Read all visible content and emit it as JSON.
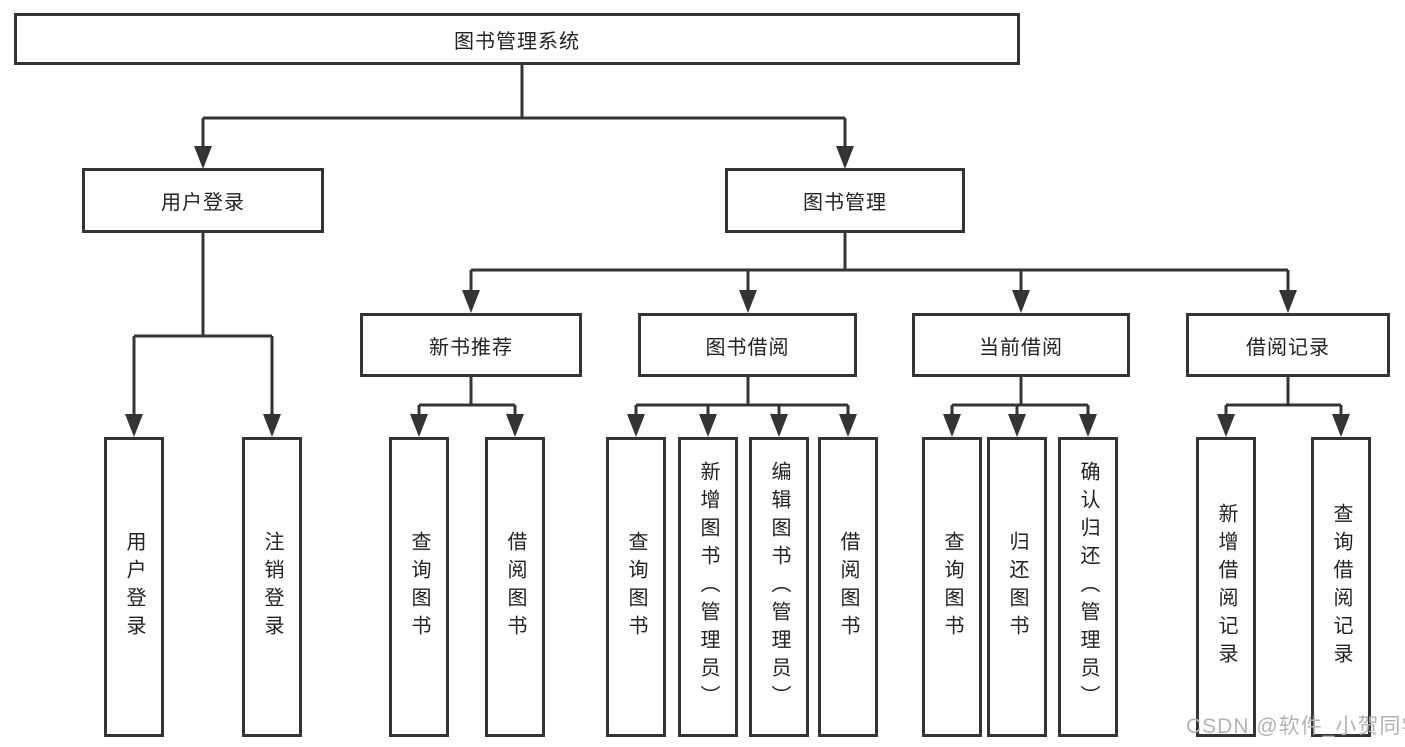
{
  "diagram": {
    "root": {
      "label": "图书管理系统"
    },
    "branches": {
      "user_login": {
        "label": "用户登录"
      },
      "book_management": {
        "label": "图书管理"
      }
    },
    "modules": {
      "new_book_recommendation": {
        "label": "新书推荐"
      },
      "book_borrowing": {
        "label": "图书借阅"
      },
      "current_borrowing": {
        "label": "当前借阅"
      },
      "borrowing_records": {
        "label": "借阅记录"
      }
    },
    "leaves": {
      "user_login": {
        "label": "用户登录"
      },
      "logout": {
        "label": "注销登录"
      },
      "nb_query_books": {
        "label": "查询图书"
      },
      "nb_borrow_books": {
        "label": "借阅图书"
      },
      "bb_query_books": {
        "label": "查询图书"
      },
      "bb_add_books": {
        "label": "新增图书（管理员）"
      },
      "bb_edit_books": {
        "label": "编辑图书（管理员）"
      },
      "bb_borrow_books": {
        "label": "借阅图书"
      },
      "cb_query_books": {
        "label": "查询图书"
      },
      "cb_return_books": {
        "label": "归还图书"
      },
      "cb_confirm_return": {
        "label": "确认归还（管理员）"
      },
      "br_add_record": {
        "label": "新增借阅记录"
      },
      "br_query_record": {
        "label": "查询借阅记录"
      }
    }
  },
  "watermark": {
    "text": "CSDN @软件_小贺同学"
  },
  "colors": {
    "line": "#343434",
    "box_fill": "#ffffff",
    "text": "#222222",
    "watermark": "#b3b3b3"
  }
}
